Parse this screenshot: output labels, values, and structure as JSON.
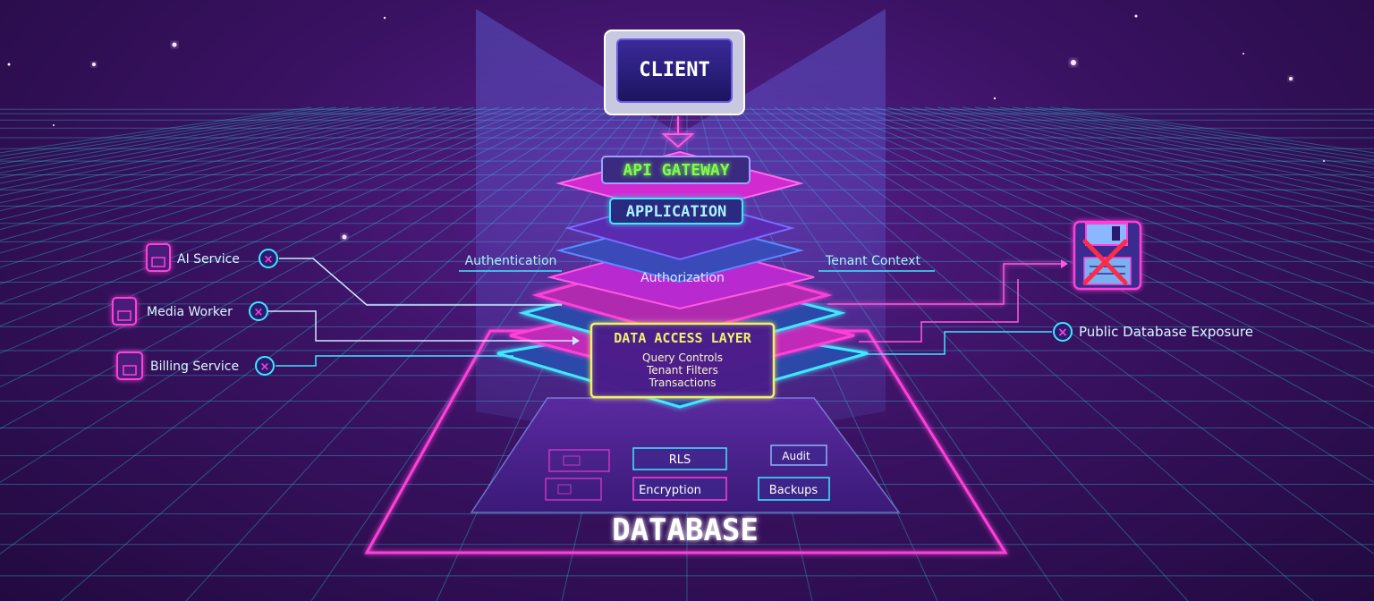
{
  "nodes": {
    "client": "CLIENT",
    "api_gateway": "API GATEWAY",
    "application": "APPLICATION",
    "authentication": "Authentication",
    "authorization": "Authorization",
    "tenant_context": "Tenant Context",
    "data_access_layer": {
      "title": "DATA ACCESS LAYER",
      "items": [
        "Query Controls",
        "Tenant Filters",
        "Transactions"
      ]
    },
    "database": {
      "label": "DATABASE",
      "modules": [
        "RLS",
        "Audit",
        "Encryption",
        "Backups"
      ]
    }
  },
  "services": [
    "AI Service",
    "Media Worker",
    "Billing Service"
  ],
  "exposure": {
    "label": "Public Database Exposure"
  },
  "colors": {
    "magenta": "#ff3fd8",
    "cyan": "#3fe8ff",
    "green": "#7dff4a",
    "yellow": "#f2f06a",
    "red": "#ff2a4a",
    "bg": "#3a1263"
  },
  "icons": {
    "service": "floppy-disk-icon",
    "blocked": "x-circle-icon",
    "exposure": "crossed-floppy-icon"
  }
}
